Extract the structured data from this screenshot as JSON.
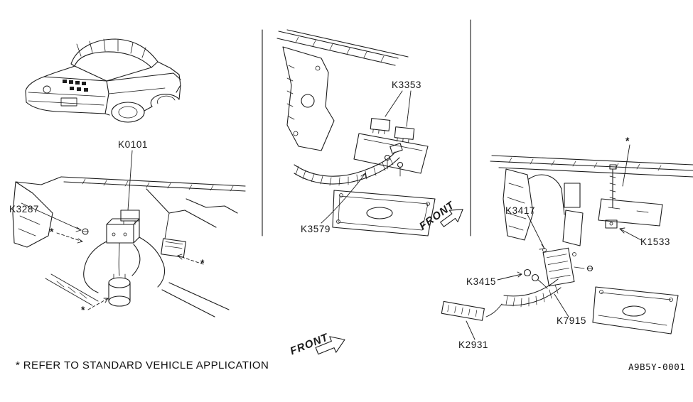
{
  "diagram": {
    "footnote": "* REFER TO STANDARD VEHICLE APPLICATION",
    "doc_id": "A9B5Y-0001",
    "front_label": "FRONT",
    "asterisk": "*",
    "callouts": {
      "k0101": "K0101",
      "k3287": "K3287",
      "k3353": "K3353",
      "k3579": "K3579",
      "k3417": "K3417",
      "k1533": "K1533",
      "k3415": "K3415",
      "k7915": "K7915",
      "k2931": "K2931"
    }
  }
}
